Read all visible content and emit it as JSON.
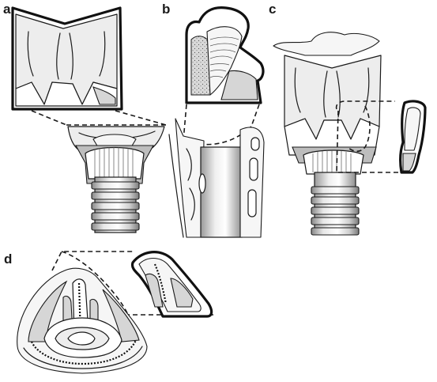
{
  "panels": [
    {
      "id": "a",
      "label": "a"
    },
    {
      "id": "b",
      "label": "b"
    },
    {
      "id": "c",
      "label": "c"
    },
    {
      "id": "d",
      "label": "d"
    }
  ],
  "colors": {
    "line": "#1a1a1a",
    "tissue": "#ededed",
    "shade": "#bdbdbd",
    "background": "#ffffff"
  }
}
